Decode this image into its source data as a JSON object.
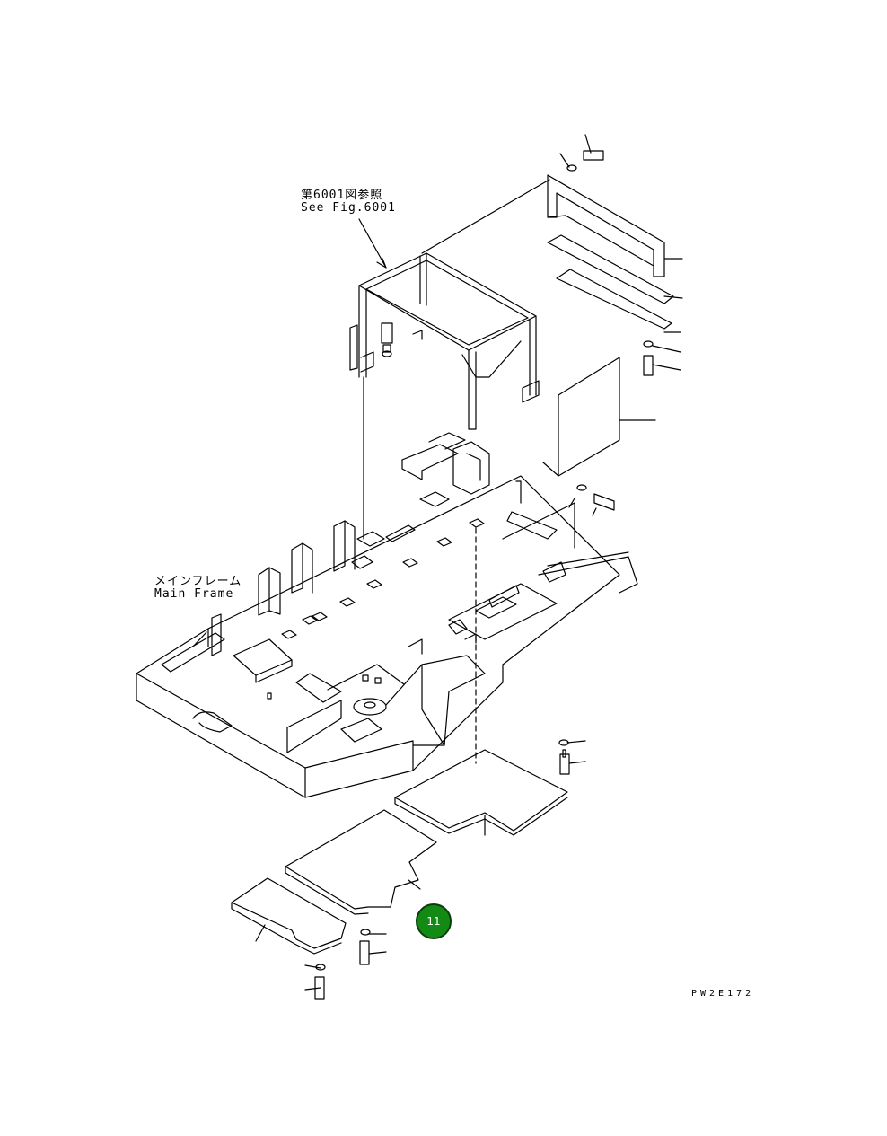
{
  "reference_note": {
    "jp": "第6001図参照",
    "en": "See Fig.6001"
  },
  "main_frame_label": {
    "jp": "メインフレーム",
    "en": "Main Frame"
  },
  "callout": {
    "number": "11",
    "color": "#138a13"
  },
  "drawing_code": "PW2E172",
  "colors": {
    "line": "#000000",
    "background": "#ffffff"
  }
}
